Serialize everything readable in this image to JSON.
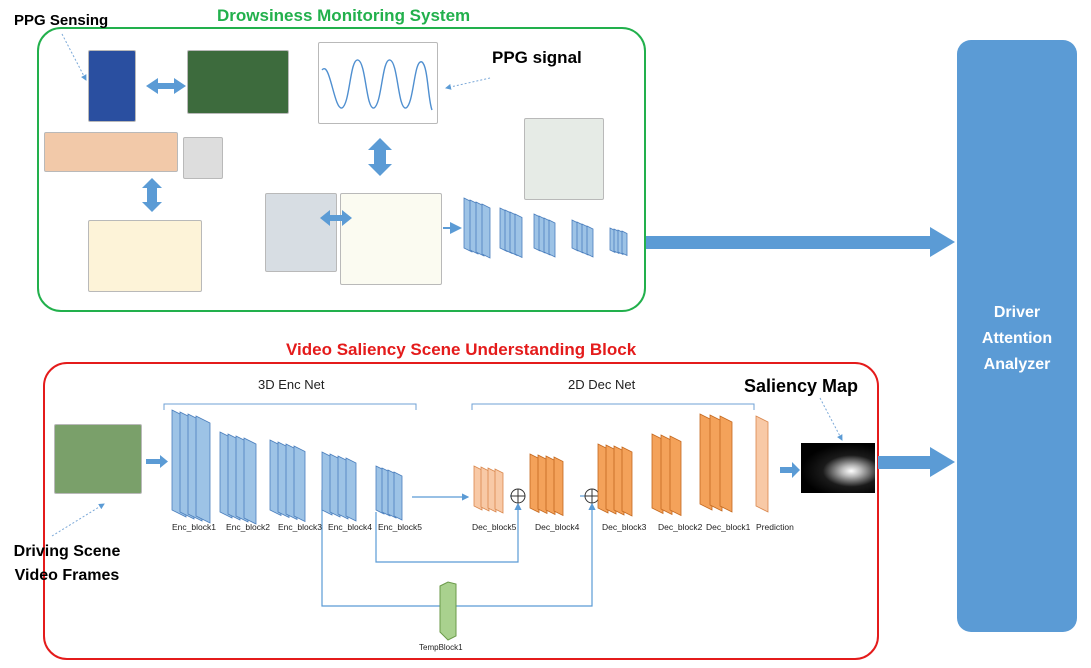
{
  "labels": {
    "ppg_sensing": "PPG Sensing",
    "ppg_signal": "PPG signal",
    "drowsiness_title": "Drowsiness Monitoring System",
    "video_title": "Video Saliency Scene Understanding Block",
    "enc_net": "3D Enc Net",
    "dec_net": "2D Dec Net",
    "saliency_map": "Saliency Map",
    "driving_scene": "Driving Scene Video Frames",
    "driver_analyzer": "Driver Attention Analyzer",
    "temp_block": "TempBlock1"
  },
  "encoder_blocks": [
    "Enc_block1",
    "Enc_block2",
    "Enc_block3",
    "Enc_block4",
    "Enc_block5"
  ],
  "decoder_blocks": [
    "Dec_block5",
    "Dec_block4",
    "Dec_block3",
    "Dec_block2",
    "Dec_block1",
    "Prediction"
  ],
  "colors": {
    "green_frame": "#22b04c",
    "red_frame": "#e41b1b",
    "blue_block": "#9dc3e6",
    "blue_block_dark": "#4a7ebd",
    "orange_block": "#f4a25a",
    "orange_light": "#f8c9a6",
    "analyzer_blue": "#5b9bd5",
    "temp_green": "#a9d18e"
  }
}
